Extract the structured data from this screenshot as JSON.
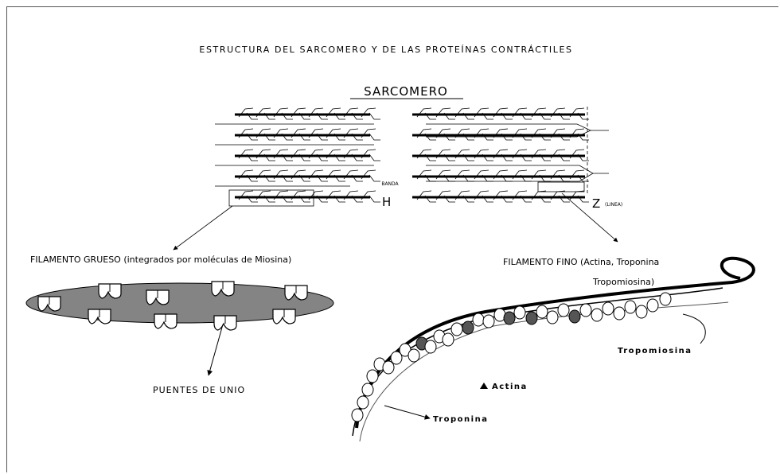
{
  "title": "ESTRUCTURA DEL SARCOMERO  Y DE LAS PROTEÍNAS CONTRÁCTILES",
  "sarcomero": {
    "label": "SARCOMERO",
    "banda": "BANDA",
    "h": "H",
    "z": "Z",
    "z_note": "(LINEA)"
  },
  "filamento_grueso": {
    "label": "FILAMENTO GRUESO (integrados por moléculas de Miosina)",
    "puentes": "PUENTES DE UNIO"
  },
  "filamento_fino": {
    "label_line1": "FILAMENTO FINO (Actina, Troponina",
    "label_line2": "Tropomiosina)",
    "tropomiosina": "Tropomiosina",
    "actina": "Actina",
    "troponina": "Troponina"
  }
}
